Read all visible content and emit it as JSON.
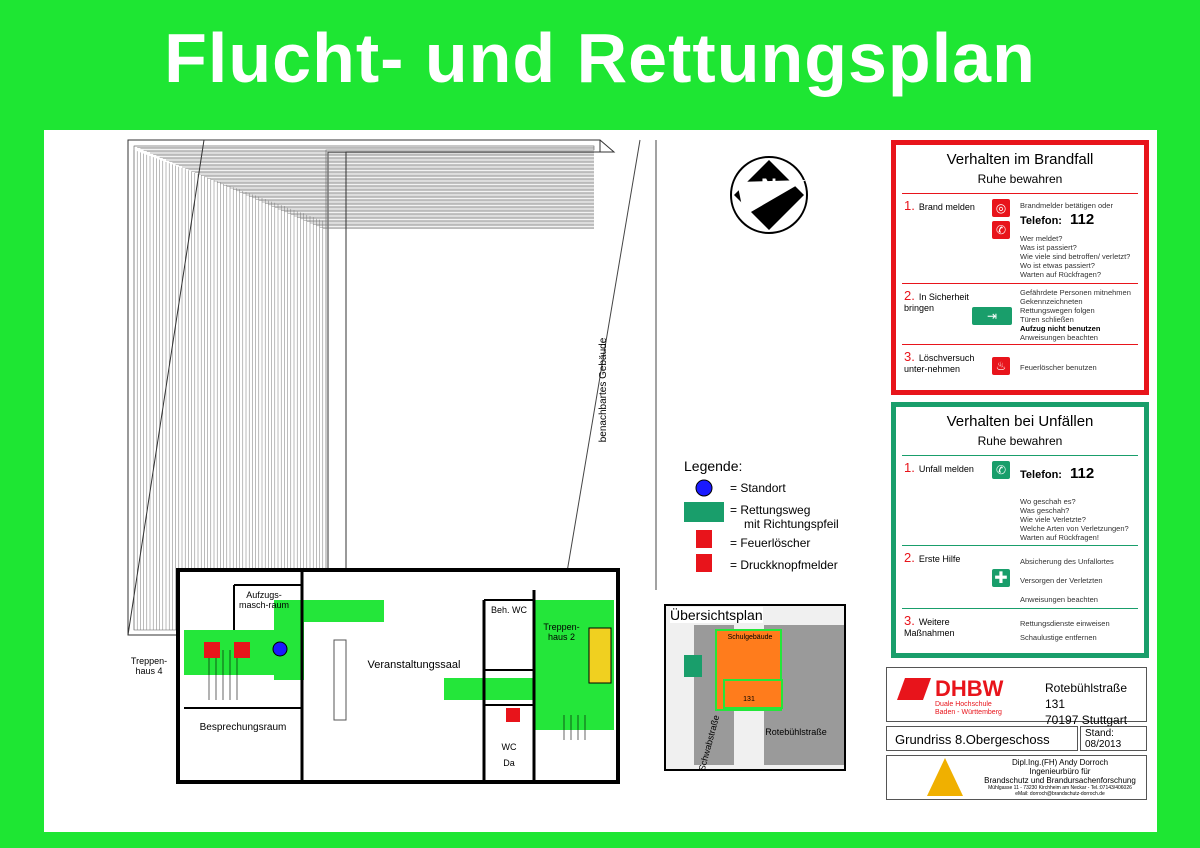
{
  "title": "Flucht- und Rettungsplan",
  "brandfall": {
    "heading": "Verhalten im Brandfall",
    "sub": "Ruhe bewahren",
    "steps": [
      {
        "num": "1.",
        "label": "Brand melden",
        "lines": [
          "Brandmelder betätigen oder"
        ],
        "tel_label": "Telefon:",
        "tel_number": "112",
        "extra": [
          "Wer meldet?",
          "Was ist passiert?",
          "Wie viele sind betroffen/ verletzt?",
          "Wo ist etwas passiert?",
          "Warten auf Rückfragen?"
        ]
      },
      {
        "num": "2.",
        "label": "In Sicherheit bringen",
        "lines": [
          "Gefährdete Personen mitnehmen",
          "Gekennzeichneten",
          "Rettungswegen folgen",
          "Türen schließen"
        ],
        "bold": "Aufzug nicht benutzen",
        "after": "Anweisungen beachten"
      },
      {
        "num": "3.",
        "label": "Löschversuch unter-nehmen",
        "lines": [
          "Feuerlöscher benutzen"
        ]
      }
    ]
  },
  "unfall": {
    "heading": "Verhalten bei Unfällen",
    "sub": "Ruhe bewahren",
    "steps": [
      {
        "num": "1.",
        "label": "Unfall melden",
        "tel_label": "Telefon:",
        "tel_number": "112",
        "extra": [
          "Wo geschah es?",
          "Was geschah?",
          "Wie viele Verletzte?",
          "Welche Arten von Verletzungen?",
          "Warten auf Rückfragen!"
        ]
      },
      {
        "num": "2.",
        "label": "Erste Hilfe",
        "lines": [
          "Absicherung des Unfallortes",
          "Versorgen der Verletzten",
          "Anweisungen beachten"
        ]
      },
      {
        "num": "3.",
        "label": "Weitere Maßnahmen",
        "lines": [
          "Rettungsdienste einweisen",
          "Schaulustige entfernen"
        ]
      }
    ]
  },
  "legend": {
    "heading": "Legende:",
    "items": [
      "= Standort",
      "= Rettungsweg",
      "mit Richtungspfeil",
      "= Feuerlöscher",
      "= Druckknopfmelder"
    ]
  },
  "overview": {
    "heading": "Übersichtsplan",
    "building": "Schulgebäude",
    "number": "131",
    "street1": "Schwabstraße",
    "street2": "Rotebühlstraße"
  },
  "rooms": {
    "aufzug": "Aufzugs-masch-raum",
    "saal": "Veranstaltungssaal",
    "besprechung": "Besprechungsraum",
    "treppe4": "Treppen-haus 4",
    "treppe2": "Treppen-haus 2",
    "behwc": "Beh. WC",
    "wc": "WC",
    "da": "Da",
    "nachbar": "benachbartes Gebäude"
  },
  "titleblock": {
    "logo": "DHBW",
    "logo_sub1": "Duale Hochschule",
    "logo_sub2": "Baden - Württemberg",
    "address1": "Rotebühlstraße 131",
    "address2": "70197 Stuttgart",
    "plan": "Grundriss 8.Obergeschoss",
    "stand_label": "Stand:",
    "stand_value": "08/2013",
    "author1": "Dipl.Ing.(FH) Andy Dorroch",
    "author2": "Ingenieurbüro für",
    "author3": "Brandschutz und Brandursachenforschung",
    "author4": "Mühlgasse 11 - 73230 Kirchheim am Neckar - Tel.:07143/406026",
    "author5": "eMail: dorroch@brandschutz-dorroch.de"
  },
  "compass": "N",
  "colors": {
    "green": "#1ee633",
    "red": "#e8141b",
    "teal": "#199e6b"
  }
}
